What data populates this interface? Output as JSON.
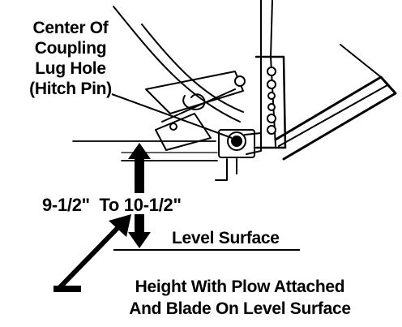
{
  "callout": {
    "lines": [
      "Center Of",
      "Coupling",
      "Lug Hole",
      "(Hitch Pin)"
    ]
  },
  "dimension": {
    "min": "9-1/2\"",
    "to": "To",
    "max": "10-1/2\""
  },
  "surface_label": "Level Surface",
  "note": {
    "line1": "Height With Plow Attached",
    "line2": "And Blade On Level Surface"
  },
  "colors": {
    "ink": "#000000",
    "paper": "#ffffff"
  }
}
